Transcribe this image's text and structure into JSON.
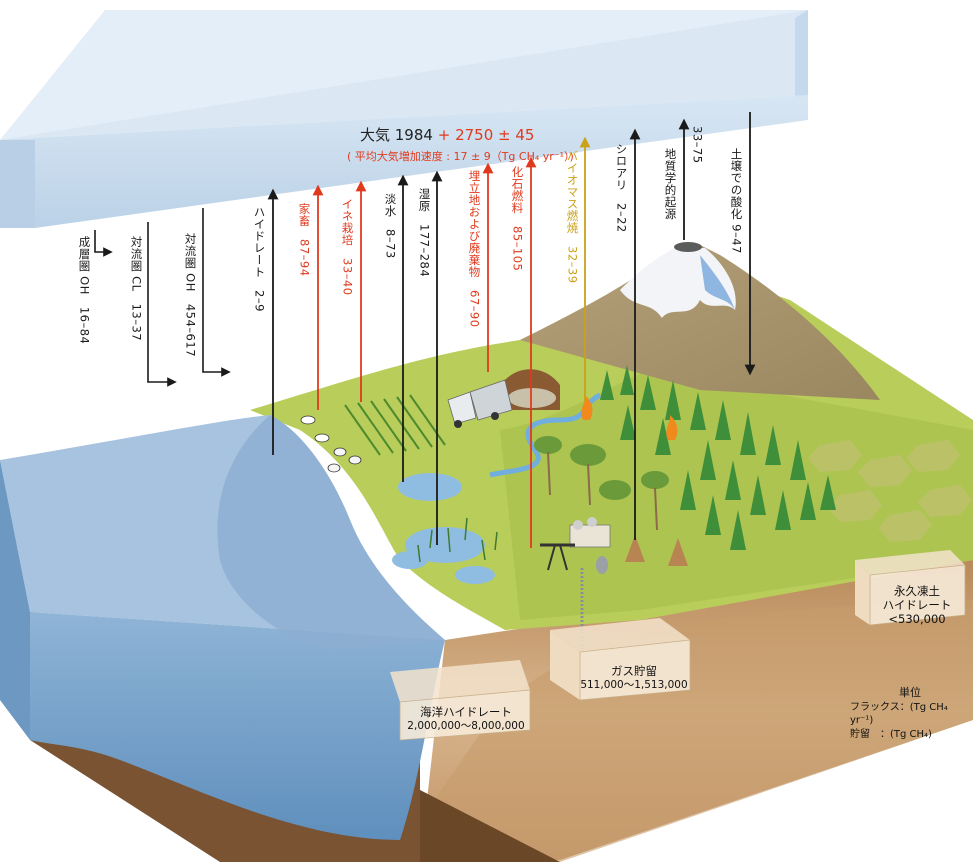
{
  "atmosphere": {
    "label": "大気 1984",
    "increase": "+ 2750 ± 45",
    "rate": "( 平均大気増加速度 : 17 ± 9（Tg CH₄ yr⁻¹）)"
  },
  "sinks": [
    {
      "label": "成層圏 OH　16–84"
    },
    {
      "label": "対流圏 CL　13–37"
    },
    {
      "label": "対流圏 OH　454–617"
    }
  ],
  "sources": [
    {
      "label": "ハイドレート　2–9",
      "color": "black"
    },
    {
      "label": "家畜　87–94",
      "color": "red"
    },
    {
      "label": "イネ栽培　33–40",
      "color": "red"
    },
    {
      "label": "淡水　8–73",
      "color": "black"
    },
    {
      "label": "湿原　177–284",
      "color": "black"
    },
    {
      "label": "埋立地および廃棄物　67–90",
      "color": "red"
    },
    {
      "label": "化石燃料　85–105",
      "color": "red"
    },
    {
      "label": "バイオマス燃焼　32–39",
      "color": "gold"
    },
    {
      "label": "シロアリ　2–22",
      "color": "black"
    },
    {
      "label": "地質学的起源",
      "color": "black"
    },
    {
      "label": "33–75",
      "color": "black"
    },
    {
      "label": "土壌での酸化 9–47",
      "color": "black"
    }
  ],
  "reservoirs": {
    "ocean_hydrate": {
      "name": "海洋ハイドレート",
      "value": "2,000,000～8,000,000"
    },
    "gas": {
      "name": "ガス貯留",
      "value": "511,000～1,513,000"
    },
    "permafrost": {
      "name1": "永久凍土",
      "name2": "ハイドレート",
      "value": "<530,000"
    }
  },
  "units": {
    "title": "単位",
    "flux": "フラックス：(Tg CH₄ yr⁻¹)",
    "storage": "貯留　：(Tg CH₄)"
  },
  "colors": {
    "atmosphere_box": "#c9dcef",
    "ocean": "#7fa9cf",
    "land": "#b9cd5a",
    "soil": "#c59a6a",
    "red_arrow": "#e03a1e",
    "gold_arrow": "#c9a21a",
    "black_arrow": "#1a1a1a"
  }
}
